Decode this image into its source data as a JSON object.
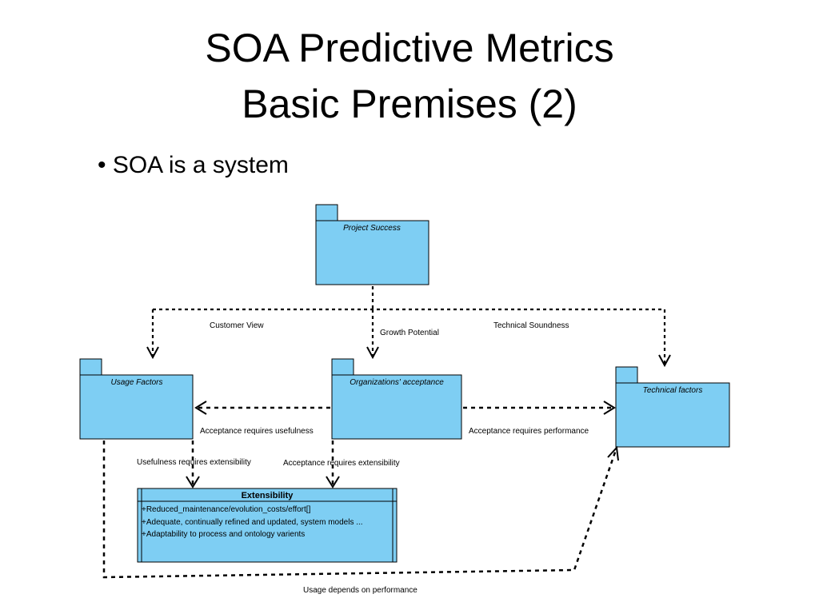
{
  "slide": {
    "title_line1": "SOA Predictive Metrics",
    "title_line2": "Basic Premises (2)",
    "bullet": "• SOA is a system"
  },
  "colors": {
    "package_fill": "#7ecef3",
    "line": "#000000"
  },
  "diagram": {
    "packages": {
      "project_success": "Project Success",
      "usage_factors": "Usage Factors",
      "org_acceptance": "Organizations' acceptance",
      "technical_factors": "Technical factors"
    },
    "class": {
      "name": "Extensibility",
      "attributes": [
        "+Reduced_maintenance/evolution_costs/effort[]",
        "+Adequate, continually refined and updated, system models ...",
        "+Adaptability to process and ontology varients"
      ]
    },
    "edge_labels": {
      "customer_view": "Customer View",
      "growth_potential": "Growth Potential",
      "technical_soundness": "Technical Soundness",
      "acceptance_usefulness": "Acceptance requires usefulness",
      "acceptance_performance": "Acceptance requires performance",
      "usefulness_extensibility": "Usefulness requires extensibility",
      "acceptance_extensibility": "Acceptance requires extensibility",
      "usage_performance": "Usage depends on performance"
    }
  }
}
